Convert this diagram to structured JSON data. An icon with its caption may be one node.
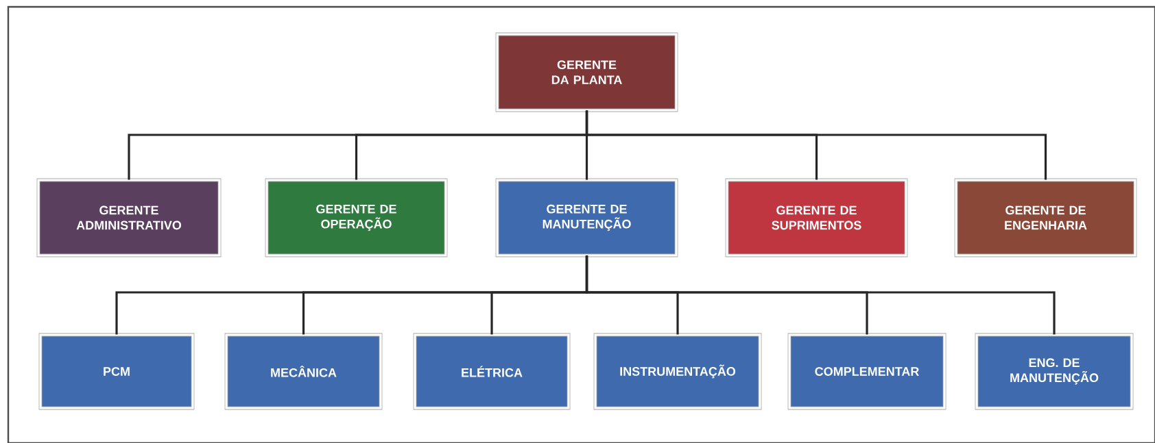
{
  "diagram": {
    "nodes": [
      {
        "text": [
          "GERENTE DA PLANTA"
        ]
      },
      {
        "text": [
          "GERENTE ADMINISTRATIVO"
        ]
      },
      {
        "text": [
          "GERENTE DE OPERAÇÃO"
        ]
      },
      {
        "text": [
          "GERENTE DE MANUTENÇÃO"
        ]
      },
      {
        "text": [
          "GERENTE DE SUPRIMENTOS"
        ]
      },
      {
        "text": [
          "GERENTE DE ENGENHARIA"
        ]
      },
      {
        "text": [
          "PCM"
        ]
      },
      {
        "text": [
          "MECÂNICA"
        ]
      },
      {
        "text": [
          "ELÉTRICA"
        ]
      },
      {
        "text": [
          "INSTRUMENTAÇÃO"
        ]
      },
      {
        "text": [
          "COMPLEMENTAR"
        ]
      },
      {
        "text": [
          "ENG. DE MANUTENÇÃO"
        ]
      }
    ],
    "edges": [
      {
        "from": 0,
        "to": 1,
        "arrow": "none"
      },
      {
        "from": 0,
        "to": 2,
        "arrow": "none"
      },
      {
        "from": 0,
        "to": 3,
        "arrow": "none"
      },
      {
        "from": 0,
        "to": 4,
        "arrow": "none"
      },
      {
        "from": 0,
        "to": 5,
        "arrow": "none"
      },
      {
        "from": 3,
        "to": 6,
        "arrow": "none"
      },
      {
        "from": 3,
        "to": 7,
        "arrow": "none"
      },
      {
        "from": 3,
        "to": 8,
        "arrow": "none"
      },
      {
        "from": 3,
        "to": 9,
        "arrow": "none"
      },
      {
        "from": 3,
        "to": 10,
        "arrow": "none"
      },
      {
        "from": 3,
        "to": 11,
        "arrow": "none"
      }
    ]
  }
}
